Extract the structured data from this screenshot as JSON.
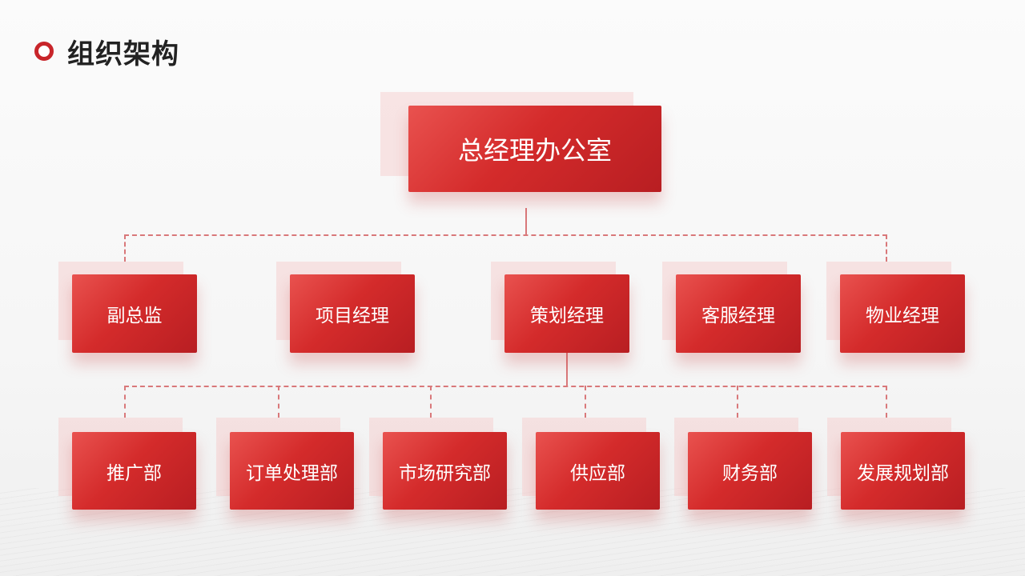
{
  "title": "组织架构",
  "root": "总经理办公室",
  "level2": [
    "副总监",
    "项目经理",
    "策划经理",
    "客服经理",
    "物业经理"
  ],
  "level3": [
    "推广部",
    "订单处理部",
    "市场研究部",
    "供应部",
    "财务部",
    "发展规划部"
  ],
  "colors": {
    "accent": "#c8252a",
    "box": "#d42b2b",
    "line": "#d9787a"
  }
}
